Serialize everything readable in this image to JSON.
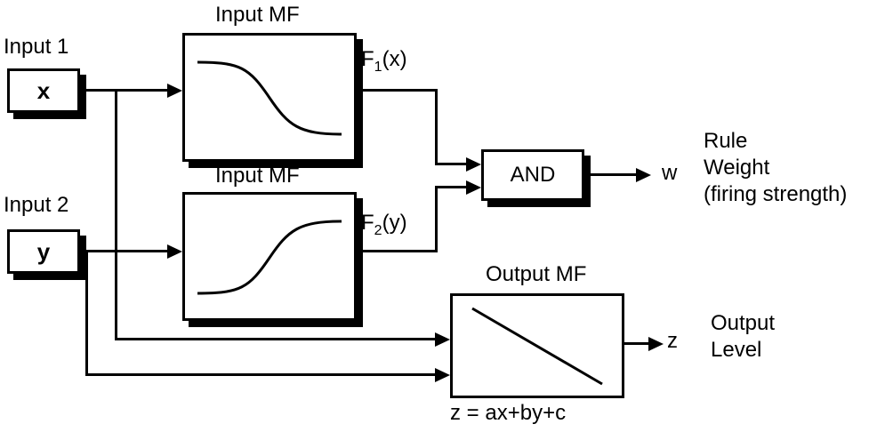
{
  "diagram": {
    "input1": {
      "label": "Input 1",
      "symbol": "x"
    },
    "input2": {
      "label": "Input 2",
      "symbol": "y"
    },
    "input_mf1": {
      "title": "Input MF",
      "out_base": "F",
      "out_sub": "1",
      "out_arg": "(x)"
    },
    "input_mf2": {
      "title": "Input MF",
      "out_base": "F",
      "out_sub": "2",
      "out_arg": "(y)"
    },
    "and_block": {
      "label": "AND"
    },
    "rule_weight": {
      "symbol": "w",
      "line1": "Rule",
      "line2": "Weight",
      "line3": "(firing strength)"
    },
    "output_mf": {
      "title": "Output MF",
      "equation": "z = ax+by+c"
    },
    "output_level": {
      "symbol": "z",
      "line1": "Output",
      "line2": "Level"
    },
    "colors": {
      "line": "#000000",
      "background": "#ffffff"
    }
  }
}
